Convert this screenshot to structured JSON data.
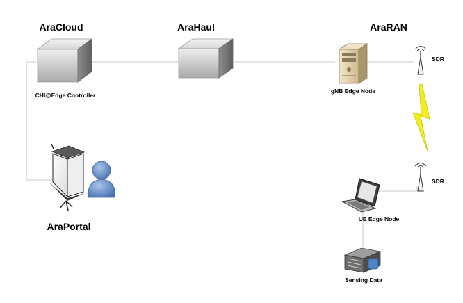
{
  "titles": {
    "cloud": "AraCloud",
    "haul": "AraHaul",
    "ran": "AraRAN",
    "portal": "AraPortal"
  },
  "labels": {
    "controller": "CHI@Edge Controller",
    "gnb": "gNB Edge Node",
    "sdr_top": "SDR",
    "sdr_bottom": "SDR",
    "ue": "UE Edge Node",
    "sensing": "Sensing Data"
  },
  "colors": {
    "link": "#c8c8c8",
    "lightning": "#f2ee1a",
    "person": "#5b86c4",
    "server": "#d9c9a4"
  }
}
